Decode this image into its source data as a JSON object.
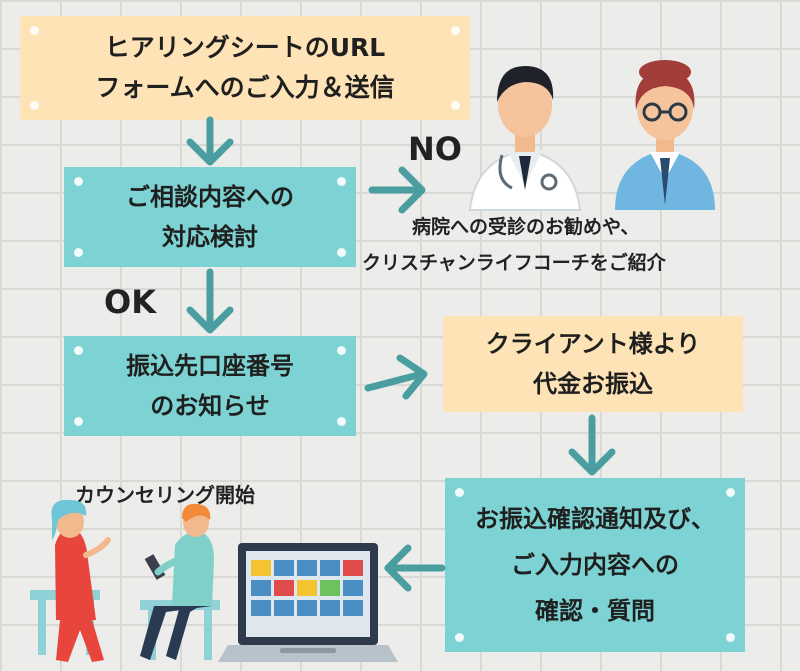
{
  "steps": {
    "hearing": {
      "line1": "ヒアリングシートのURL",
      "line2": "フォームへのご入力＆送信"
    },
    "consult": {
      "line1": "ご相談内容への",
      "line2": "対応検討"
    },
    "account": {
      "line1": "振込先口座番号",
      "line2": "のお知らせ"
    },
    "client": {
      "line1": "クライアント様より",
      "line2": "代金お振込"
    },
    "confirm": {
      "line1": "お振込確認通知及び、",
      "line2": "ご入力内容への",
      "line3": "確認・質問"
    }
  },
  "labels": {
    "no": "NO",
    "ok": "OK",
    "referral_line1": "病院への受診のお勧めや、",
    "referral_line2": "クリスチャンライフコーチをご紹介",
    "counseling_start": "カウンセリング開始"
  },
  "colors": {
    "cream_box": "#fde3b5",
    "teal_box": "#7dd3d3",
    "arrow": "#4a9ea0"
  },
  "icons": [
    "doctor-icon",
    "coach-icon",
    "counselor-icon",
    "client-person-icon",
    "laptop-icon"
  ]
}
